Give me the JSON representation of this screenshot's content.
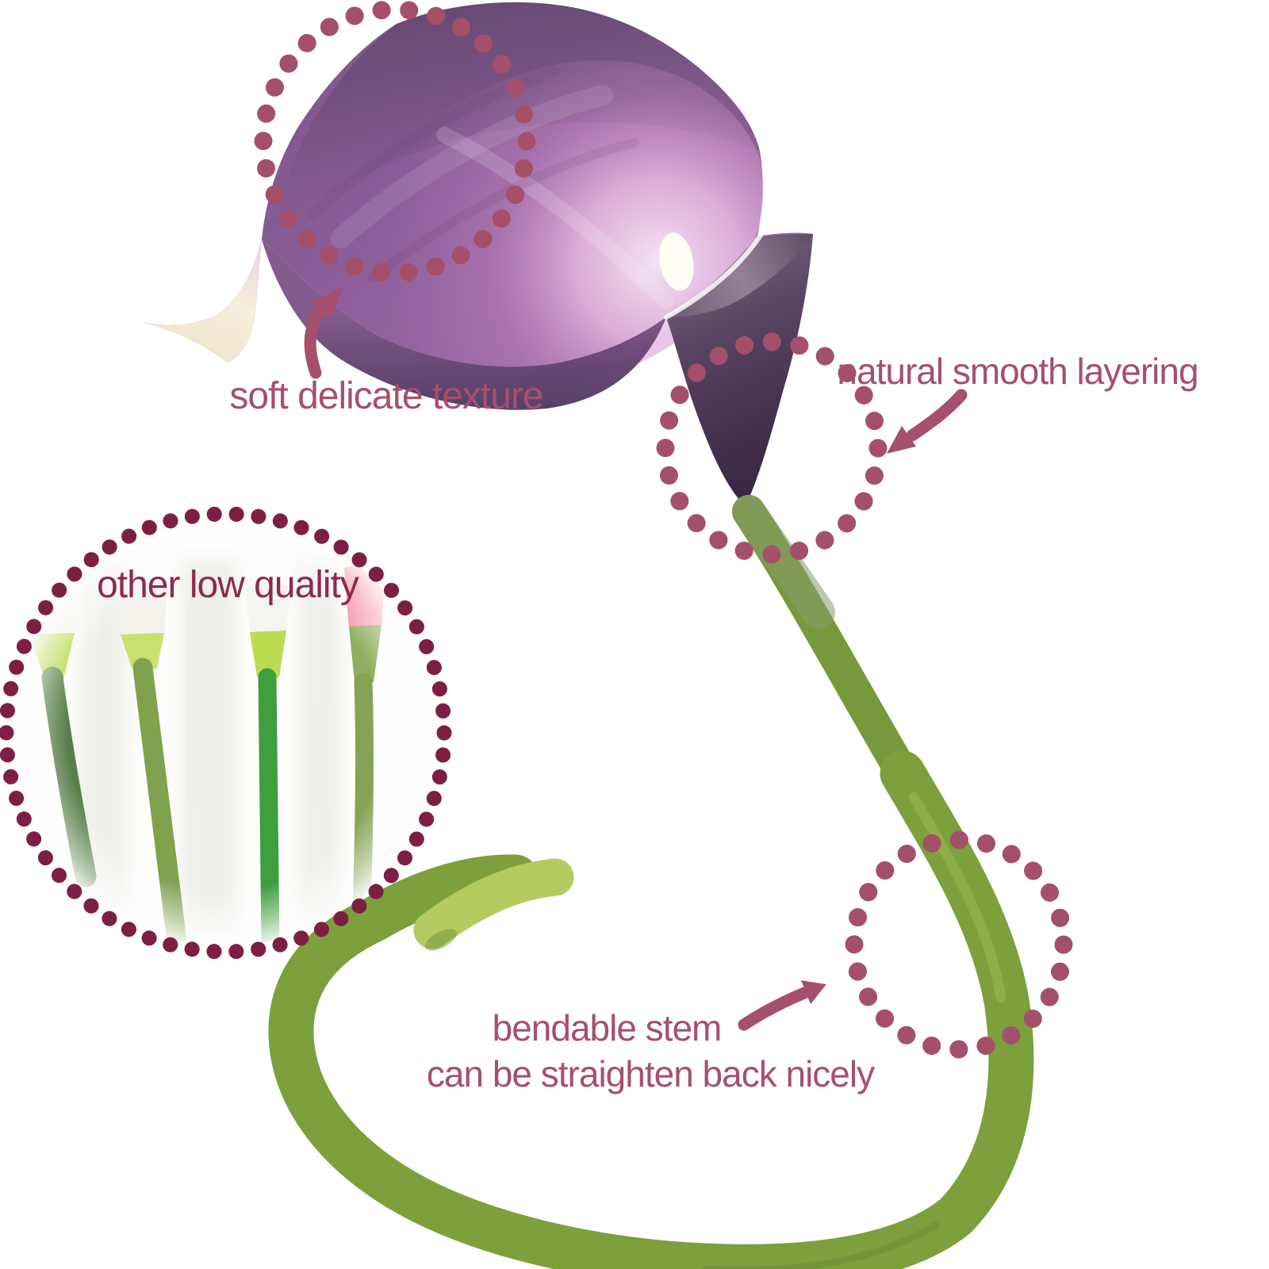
{
  "labels": {
    "soft_texture": "soft delicate texture",
    "smooth_layering": "natural smooth layering",
    "low_quality": "other low quality",
    "bendable_line1": "bendable stem",
    "bendable_line2": "can be straighten back nicely"
  },
  "colors": {
    "annotation_rose": "#a5506c",
    "annotation_maroon": "#8d2a4e",
    "dots_rose": "#a4506b",
    "dots_maroon": "#7d1f44",
    "petal_purple": "#8f5f9c",
    "petal_glow": "#f6e3f2",
    "funnel_dark": "#3a2945",
    "cream_tip": "#f6efdc",
    "stem_green": "#7ba03c",
    "stem_tip_green": "#b5cb5f",
    "background": "#ffffff"
  },
  "icons": {
    "soft_texture_arrow": "curved-arrow-up-icon",
    "smooth_layering_arrow": "curved-arrow-down-left-icon",
    "bendable_stem_arrow": "curved-arrow-up-right-icon"
  }
}
